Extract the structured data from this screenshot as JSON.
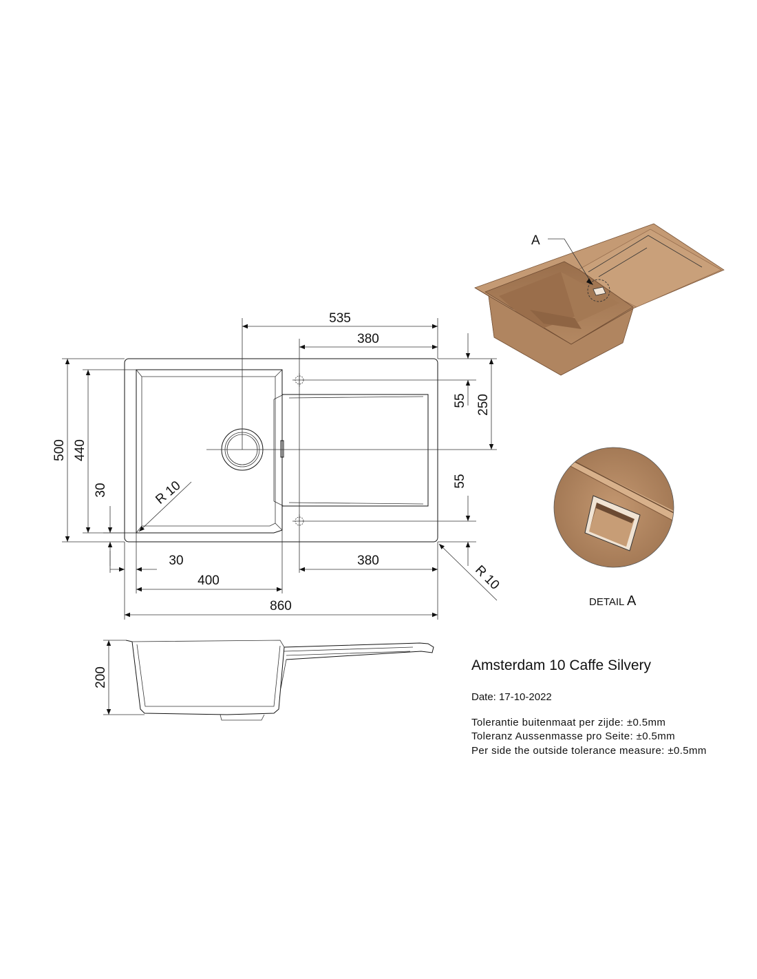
{
  "product": {
    "title": "Amsterdam 10 Caffe Silvery",
    "date": "Date: 17-10-2022",
    "tolerances": [
      "Tolerantie buitenmaat per zijde: ±0.5mm",
      "Toleranz Aussenmasse pro Seite: ±0.5mm",
      "Per side the outside tolerance measure: ±0.5mm"
    ]
  },
  "dimensions": {
    "d535": "535",
    "d380_top": "380",
    "d55_top": "55",
    "d250": "250",
    "d500": "500",
    "d440": "440",
    "d30_left": "30",
    "r10_inner": "R 10",
    "d55_bottom": "55",
    "d30_bottom": "30",
    "d380_bottom": "380",
    "d400": "400",
    "d860": "860",
    "r10_outer": "R 10",
    "d200": "200"
  },
  "detail": {
    "marker": "A",
    "label_prefix": "DETAIL",
    "label_letter": "A"
  },
  "colors": {
    "sink_main": "#b58a64",
    "sink_dark": "#8f6646",
    "sink_light": "#c9a07a",
    "line": "#111111"
  }
}
